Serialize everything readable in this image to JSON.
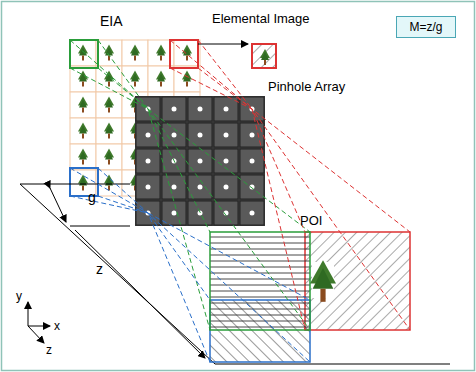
{
  "diagram": {
    "nodes": [
      {
        "text": [
          "M=z/g"
        ]
      }
    ],
    "labels": [
      "EIA",
      "Elemental Image",
      "Pinhole Array",
      "POI",
      "g",
      "z",
      "y",
      "x",
      "z"
    ]
  }
}
